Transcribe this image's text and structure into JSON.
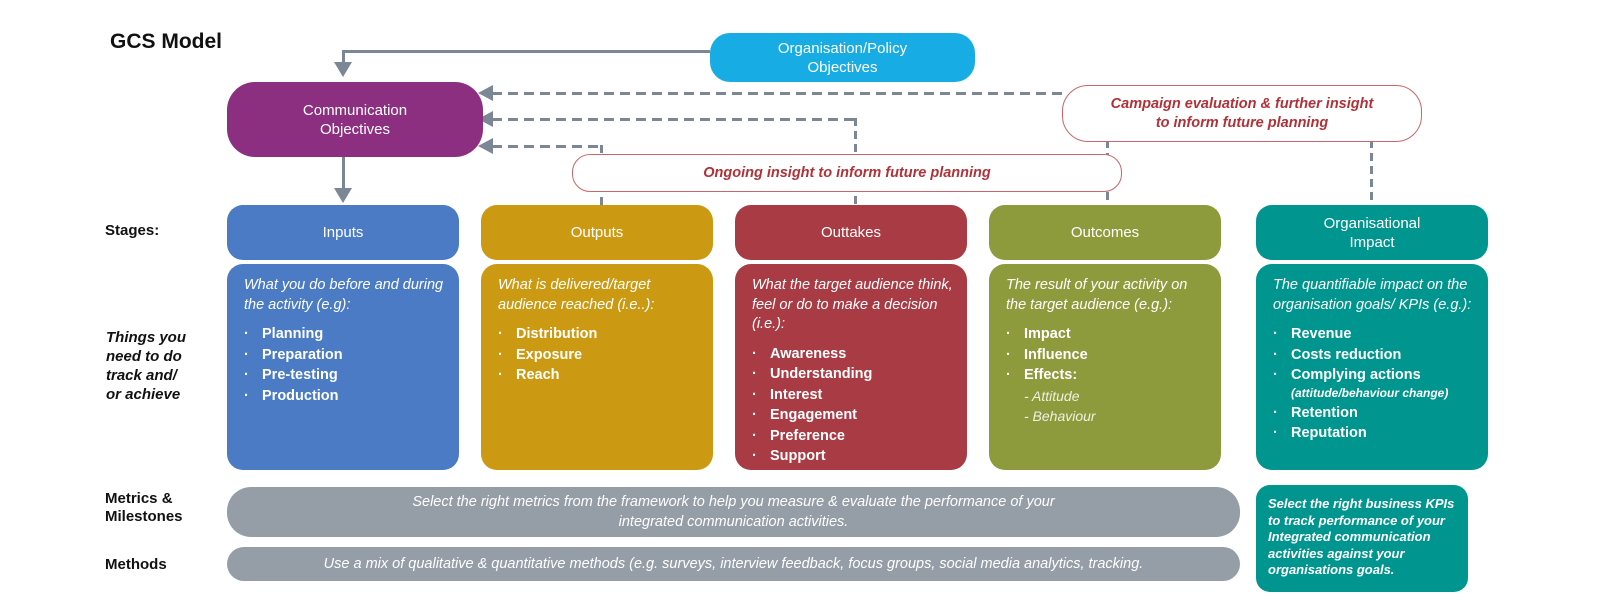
{
  "title": "GCS Model",
  "colors": {
    "cyan": "#18ace4",
    "purple": "#8d2f80",
    "blue": "#4a7bc4",
    "gold": "#cc9a12",
    "red": "#a93b44",
    "olive": "#8e9b3c",
    "teal": "#00968f",
    "gray_band": "#959da6",
    "arrow_gray": "#7b8794",
    "callout_red": "#b03238"
  },
  "top_boxes": {
    "org_policy": {
      "lines": [
        "Organisation/Policy",
        "Objectives"
      ]
    },
    "comm_objectives": {
      "lines": [
        "Communication",
        "Objectives"
      ]
    }
  },
  "callouts": {
    "campaign": {
      "lines": [
        "Campaign evaluation & further insight",
        "to inform future planning"
      ]
    },
    "ongoing": {
      "text": "Ongoing insight to inform future planning"
    }
  },
  "row_labels": {
    "stages": "Stages:",
    "things": {
      "lines": [
        "Things you",
        "need to do",
        "track and/",
        "or achieve"
      ]
    },
    "metrics": {
      "lines": [
        "Metrics &",
        "Milestones"
      ]
    },
    "methods": "Methods"
  },
  "columns": [
    {
      "stage_lines": [
        "Inputs"
      ],
      "color": "#4a7bc4",
      "heading": "What you do before and during the activity (e.g):",
      "bullets": [
        {
          "text": "Planning"
        },
        {
          "text": "Preparation"
        },
        {
          "text": "Pre-testing"
        },
        {
          "text": "Production"
        }
      ]
    },
    {
      "stage_lines": [
        "Outputs"
      ],
      "color": "#cc9a12",
      "heading": "What is delivered/target audience reached (i.e..):",
      "bullets": [
        {
          "text": "Distribution"
        },
        {
          "text": "Exposure"
        },
        {
          "text": "Reach"
        }
      ]
    },
    {
      "stage_lines": [
        "Outtakes"
      ],
      "color": "#a93b44",
      "heading": "What the target audience think, feel or do to make a decision (i.e.):",
      "bullets": [
        {
          "text": "Awareness"
        },
        {
          "text": "Understanding"
        },
        {
          "text": "Interest"
        },
        {
          "text": "Engagement"
        },
        {
          "text": "Preference"
        },
        {
          "text": "Support"
        }
      ]
    },
    {
      "stage_lines": [
        "Outcomes"
      ],
      "color": "#8e9b3c",
      "heading": "The result of your activity on the target audience (e.g.):",
      "bullets": [
        {
          "text": "Impact"
        },
        {
          "text": "Influence"
        },
        {
          "text": "Effects:",
          "subs": [
            "Attitude",
            "Behaviour"
          ]
        }
      ]
    },
    {
      "stage_lines": [
        "Organisational",
        "Impact"
      ],
      "color": "#00968f",
      "heading": "The quantifiable impact on the organisation goals/ KPIs (e.g.):",
      "bullets": [
        {
          "text": "Revenue"
        },
        {
          "text": "Costs reduction"
        },
        {
          "text": "Complying actions",
          "note": "(attitude/behaviour change)"
        },
        {
          "text": "Retention"
        },
        {
          "text": "Reputation"
        }
      ]
    }
  ],
  "metrics_band": {
    "lines": [
      "Select the right metrics from the framework to help you measure & evaluate the performance of your",
      "integrated communication activities."
    ]
  },
  "methods_band": {
    "text": "Use a mix of qualitative & quantitative methods (e.g. surveys, interview feedback, focus groups, social media analytics, tracking."
  },
  "kpi_box": {
    "text": "Select the right business KPIs to track performance of your Integrated communication activities against your organisations goals."
  }
}
